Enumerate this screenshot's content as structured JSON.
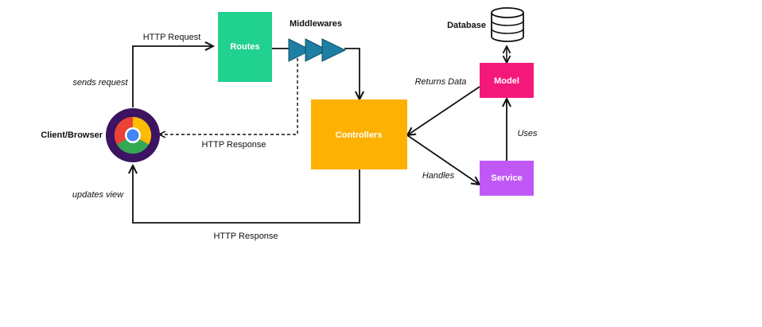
{
  "nodes": {
    "client": {
      "label": "Client/Browser",
      "icon": "chrome-icon"
    },
    "routes": {
      "label": "Routes",
      "color": "#21D18F"
    },
    "middlewares": {
      "label": "Middlewares",
      "color": "#1E7FA5"
    },
    "controllers": {
      "label": "Controllers",
      "color": "#FDB103"
    },
    "model": {
      "label": "Model",
      "color": "#F4187B"
    },
    "service": {
      "label": "Service",
      "color": "#C158F5"
    },
    "database": {
      "label": "Database",
      "icon": "database-icon"
    }
  },
  "edges": {
    "http_request": "HTTP Request",
    "sends_request": "sends request",
    "http_response_dashed": "HTTP Response",
    "updates_view": "updates view",
    "http_response_bottom": "HTTP Response",
    "returns_data": "Returns Data",
    "handles": "Handles",
    "uses": "Uses"
  }
}
